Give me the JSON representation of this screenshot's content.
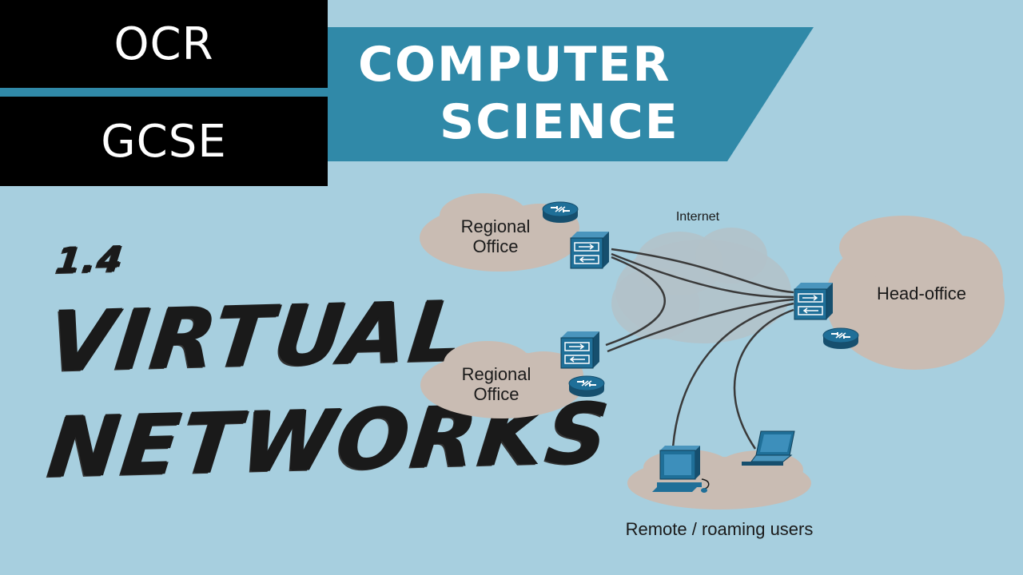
{
  "header": {
    "exam_board": "OCR",
    "level": "GCSE",
    "subject_line1": "COMPUTER",
    "subject_line2": "SCIENCE"
  },
  "lesson": {
    "number": "1.4",
    "title_line1": "VIRTUAL",
    "title_line2": "NETWORKS"
  },
  "diagram": {
    "regional_office_top_line1": "Regional",
    "regional_office_top_line2": "Office",
    "internet": "Internet",
    "head_office": "Head-office",
    "regional_office_bottom_line1": "Regional",
    "regional_office_bottom_line2": "Office",
    "remote_users": "Remote / roaming users",
    "icons": [
      "router-icon",
      "firewall-icon",
      "desktop-computer-icon",
      "laptop-icon"
    ]
  },
  "colors": {
    "background": "#a7cfdf",
    "banner": "#3089a8",
    "badge": "#000000",
    "cloud": "#c9bcb3",
    "internet_cloud": "#b3c2c9",
    "device": "#1f6f98"
  }
}
